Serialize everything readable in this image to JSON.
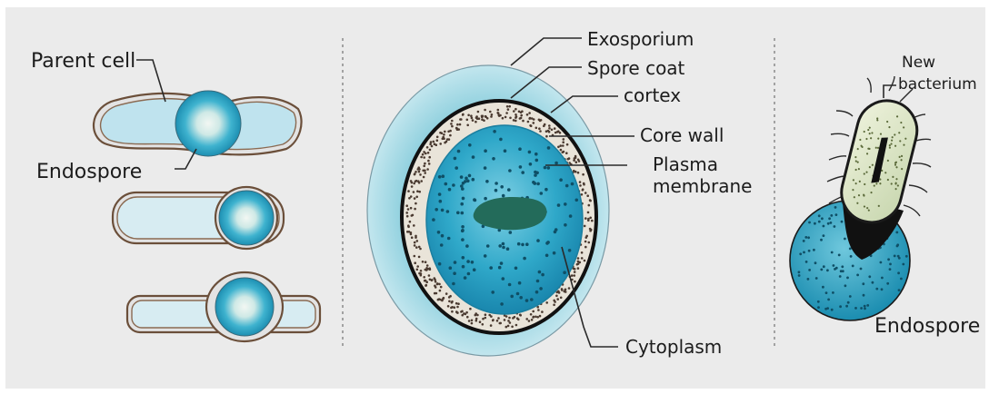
{
  "figure": {
    "colors": {
      "background": "#ebebeb",
      "spore_blue": "#2aa7c6",
      "spore_light": "#aee0ea",
      "cortex": "#e9e4d9",
      "core_dark": "#236b5a",
      "outline": "#1a1a1a"
    },
    "left_panel": {
      "parent_cell_label": "Parent cell",
      "endospore_label": "Endospore"
    },
    "center_panel": {
      "exosporium_label": "Exosporium",
      "spore_coat_label": "Spore coat",
      "cortex_label": "cortex",
      "core_wall_label": "Core wall",
      "plasma_membrane_line1": "Plasma",
      "plasma_membrane_line2": "membrane",
      "cytoplasm_label": "Cytoplasm"
    },
    "right_panel": {
      "new_bacterium_line1": "New",
      "new_bacterium_line2": "bacterium",
      "endospore_label": "Endospore"
    }
  }
}
